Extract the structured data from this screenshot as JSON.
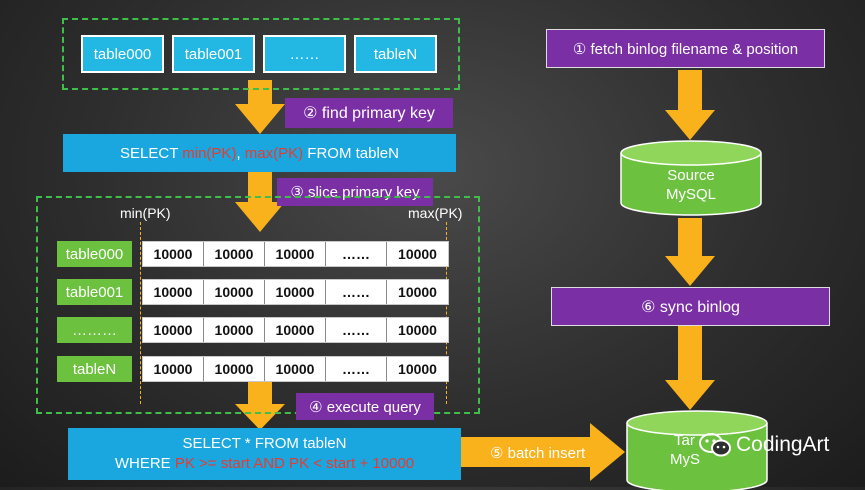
{
  "tables": [
    "table000",
    "table001",
    "……",
    "tableN"
  ],
  "steps": {
    "s1": "① fetch binlog filename & position",
    "s2": "② find primary key",
    "s3": "③ slice primary key",
    "s4": "④ execute query",
    "s5": "⑤ batch insert",
    "s6": "⑥ sync binlog"
  },
  "query1": {
    "prefix": "SELECT ",
    "min": "min(PK)",
    "sep": ", ",
    "max": "max(PK)",
    "suffix": " FROM tableN"
  },
  "range": {
    "min_label": "min(PK)",
    "max_label": "max(PK)"
  },
  "rows": [
    {
      "label": "table000",
      "cells": [
        "10000",
        "10000",
        "10000",
        "……",
        "10000"
      ]
    },
    {
      "label": "table001",
      "cells": [
        "10000",
        "10000",
        "10000",
        "……",
        "10000"
      ]
    },
    {
      "label": "………",
      "cells": [
        "10000",
        "10000",
        "10000",
        "……",
        "10000"
      ]
    },
    {
      "label": "tableN",
      "cells": [
        "10000",
        "10000",
        "10000",
        "……",
        "10000"
      ]
    }
  ],
  "query2": {
    "line1": "SELECT * FROM tableN",
    "where": "WHERE ",
    "cond": "PK >= start AND PK < start + 10000"
  },
  "source_db": {
    "line1": "Source",
    "line2": "MySQL"
  },
  "target_db": {
    "line1": "Tar",
    "line2": "MyS"
  },
  "watermark": {
    "icon": "wechat-icon",
    "text": "CodingArt"
  },
  "colors": {
    "arrow": "#f9b21b",
    "purple": "#7b2fa4",
    "blue": "#1aa7e0",
    "green": "#6cc13f",
    "dashed": "#3fbf4a",
    "red": "#e83a2f"
  }
}
